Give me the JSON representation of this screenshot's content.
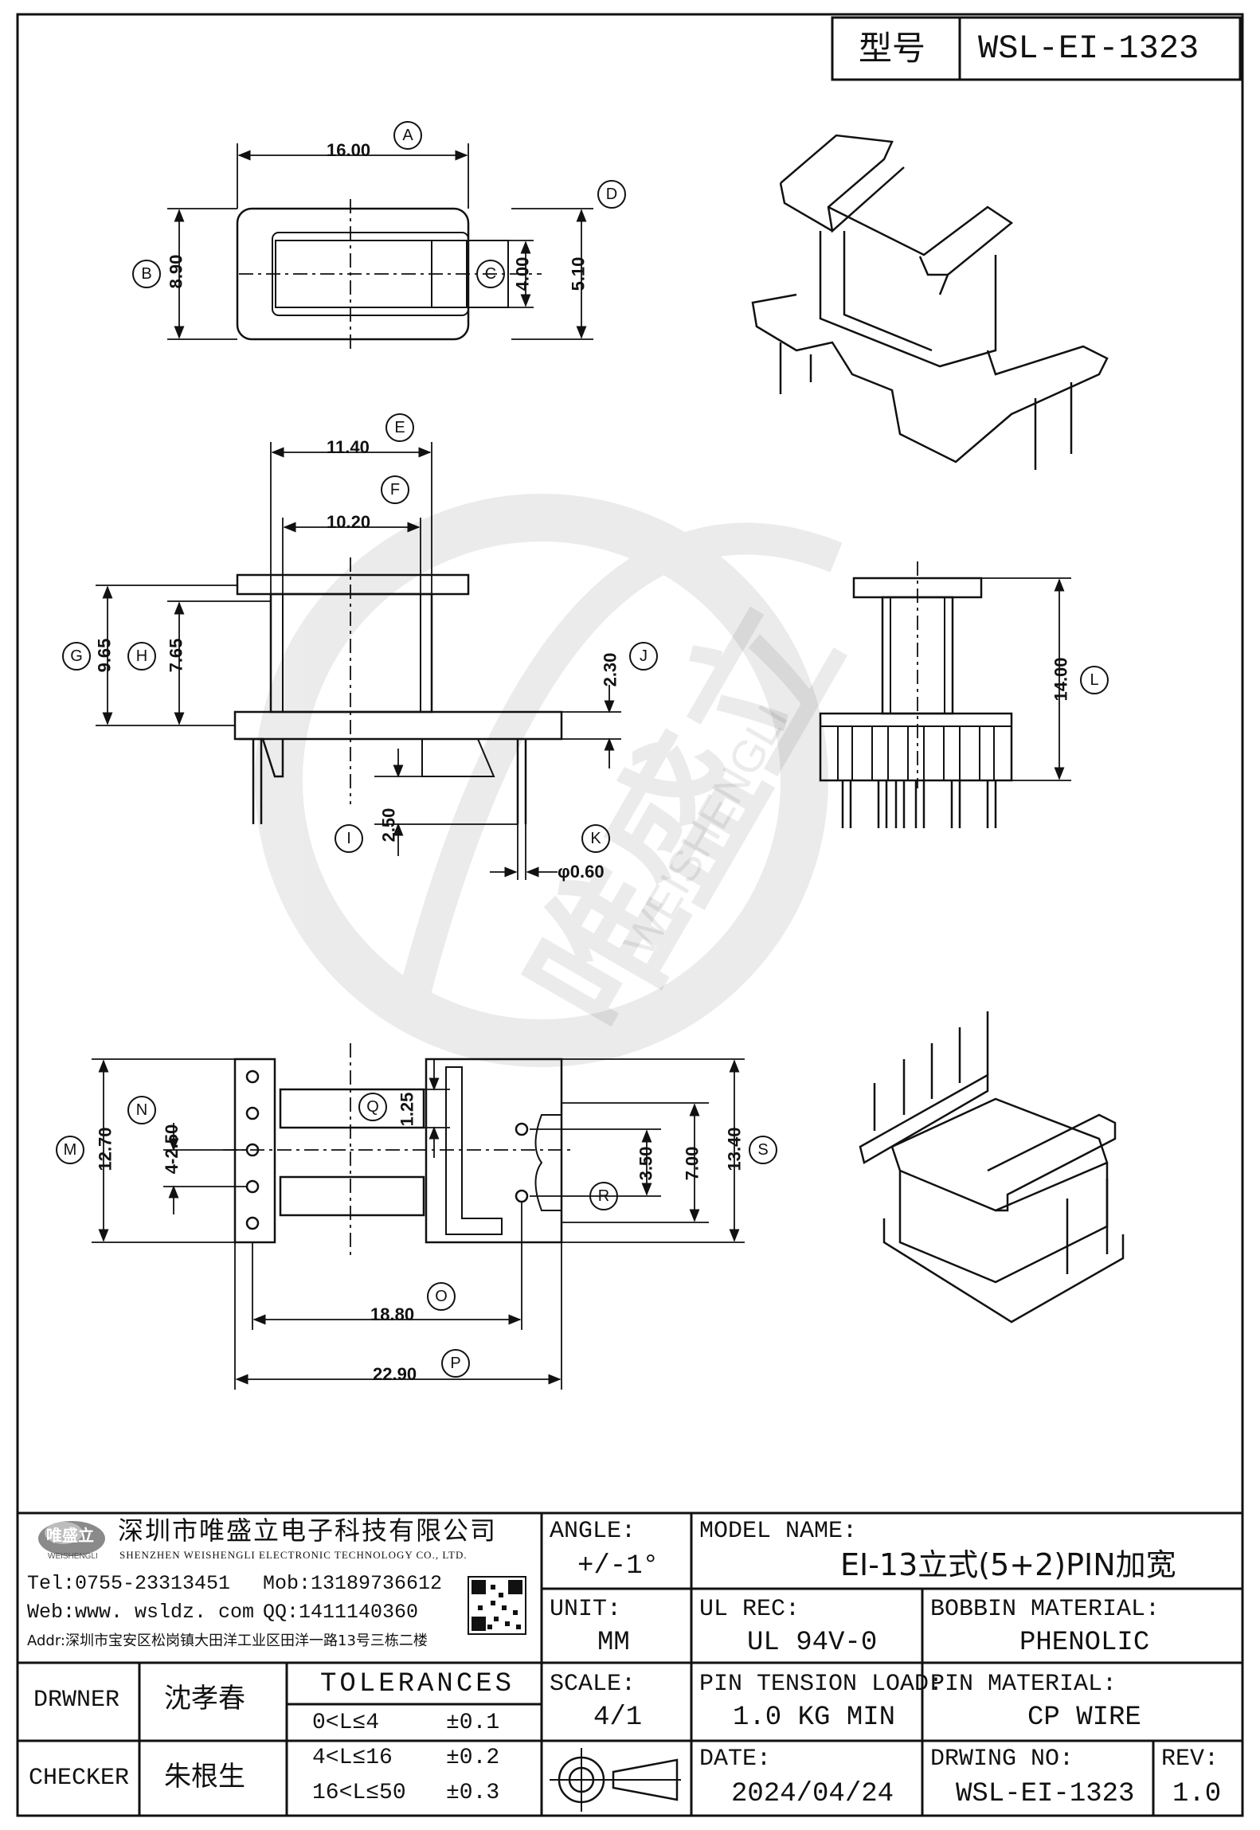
{
  "header": {
    "type_label": "型号",
    "model_no": "WSL-EI-1323"
  },
  "drawing": {
    "dimensions": [
      {
        "id": "A",
        "value": "16.00"
      },
      {
        "id": "B",
        "value": "8.90"
      },
      {
        "id": "C",
        "value": "4.00"
      },
      {
        "id": "D",
        "value": "5.10"
      },
      {
        "id": "E",
        "value": "11.40"
      },
      {
        "id": "F",
        "value": "10.20"
      },
      {
        "id": "G",
        "value": "9.65"
      },
      {
        "id": "H",
        "value": "7.65"
      },
      {
        "id": "I",
        "value": "2.50"
      },
      {
        "id": "J",
        "value": "2.30"
      },
      {
        "id": "K",
        "value": "φ0.60"
      },
      {
        "id": "L",
        "value": "14.00"
      },
      {
        "id": "M",
        "value": "12.70"
      },
      {
        "id": "N",
        "value": "4-2.50"
      },
      {
        "id": "O",
        "value": "18.80"
      },
      {
        "id": "P",
        "value": "22.90"
      },
      {
        "id": "Q",
        "value": "1.25"
      },
      {
        "id": "R",
        "value": "3.50"
      },
      {
        "id": "S",
        "value": "13.40"
      },
      {
        "id": "R2",
        "value": "7.00"
      }
    ]
  },
  "company": {
    "name_cn": "深圳市唯盛立电子科技有限公司",
    "name_en": "SHENZHEN WEISHENGLI ELECTRONIC TECHNOLOGY CO., LTD.",
    "tel": "Tel:0755-23313451",
    "mob": "Mob:13189736612",
    "web": "Web:www. wsldz. com",
    "qq": "QQ:1411140360",
    "addr": "Addr:深圳市宝安区松岗镇大田洋工业区田洋一路13号三栋二楼",
    "logo_text": "唯盛立",
    "logo_sub": "WEISHENGLI"
  },
  "watermark": {
    "text": "唯盛立",
    "sub": "WEISHENGLI"
  },
  "title_block": {
    "angle_label": "ANGLE:",
    "angle_value": "+/-1°",
    "model_name_label": "MODEL NAME:",
    "model_name_value": "EI-13立式(5+2)PIN加宽",
    "unit_label": "UNIT:",
    "unit_value": "MM",
    "ul_rec_label": "UL REC:",
    "ul_rec_value": "UL 94V-0",
    "bobbin_material_label": "BOBBIN MATERIAL:",
    "bobbin_material_value": "PHENOLIC",
    "scale_label": "SCALE:",
    "scale_value": "4/1",
    "pin_tension_label": "PIN TENSION LOAD:",
    "pin_tension_value": "1.0 KG MIN",
    "pin_material_label": "PIN MATERIAL:",
    "pin_material_value": "CP WIRE",
    "date_label": "DATE:",
    "date_value": "2024/04/24",
    "drawing_no_label": "DRWING NO:",
    "drawing_no_value": "WSL-EI-1323",
    "rev_label": "REV:",
    "rev_value": "1.0",
    "drawer_label": "DRWNER",
    "drawer_name": "沈孝春",
    "checker_label": "CHECKER",
    "checker_name": "朱根生",
    "tolerances_label": "TOLERANCES",
    "tolerances": [
      {
        "range": "0<L≤4",
        "tol": "±0.1"
      },
      {
        "range": "4<L≤16",
        "tol": "±0.2"
      },
      {
        "range": "16<L≤50",
        "tol": "±0.3"
      }
    ]
  }
}
